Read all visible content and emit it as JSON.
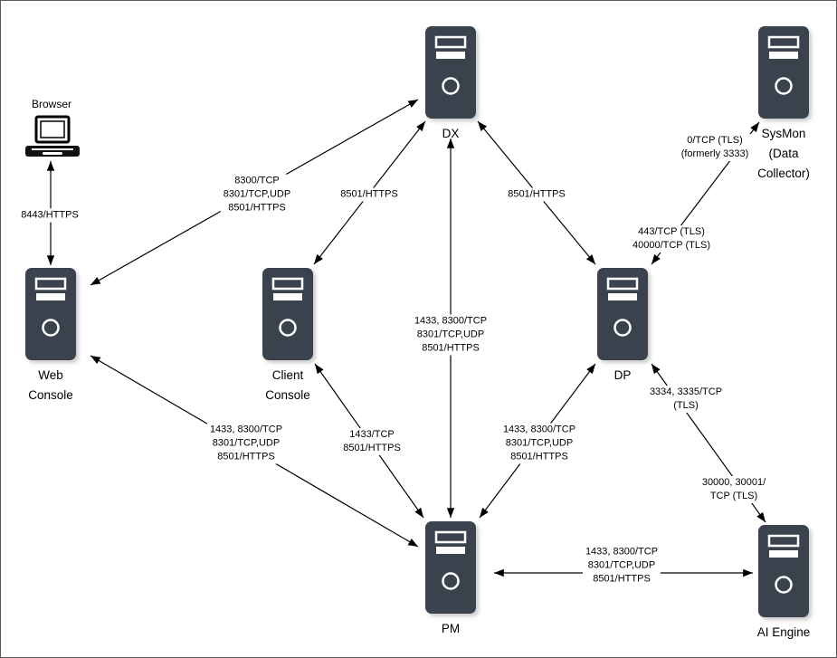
{
  "diagram": {
    "colors": {
      "server_fill": "#39424D",
      "line": "#000000"
    },
    "nodes": {
      "browser": {
        "label": "Browser"
      },
      "dx": {
        "label": "DX"
      },
      "sysmon": {
        "label": "SysMon\n(Data\nCollector)"
      },
      "web_console": {
        "label": "Web\nConsole"
      },
      "client_console": {
        "label": "Client\nConsole"
      },
      "dp": {
        "label": "DP"
      },
      "pm": {
        "label": "PM"
      },
      "ai_engine": {
        "label": "AI Engine"
      }
    },
    "edges": {
      "browser_web": {
        "label": "8443/HTTPS"
      },
      "web_dx": {
        "label": "8300/TCP\n8301/TCP,UDP\n8501/HTTPS"
      },
      "client_dx": {
        "label": "8501/HTTPS"
      },
      "dp_dx": {
        "label": "8501/HTTPS"
      },
      "sysmon_dp_upper": {
        "label": "0/TCP (TLS)\n(formerly 3333)"
      },
      "sysmon_dp_lower": {
        "label": "443/TCP (TLS)\n40000/TCP (TLS)"
      },
      "pm_dx": {
        "label": "1433, 8300/TCP\n8301/TCP,UDP\n8501/HTTPS"
      },
      "web_pm": {
        "label": "1433, 8300/TCP\n8301/TCP,UDP\n8501/HTTPS"
      },
      "client_pm": {
        "label": "1433/TCP\n8501/HTTPS"
      },
      "pm_dp": {
        "label": "1433, 8300/TCP\n8301/TCP,UDP\n8501/HTTPS"
      },
      "dp_ai_upper": {
        "label": "3334, 3335/TCP\n(TLS)"
      },
      "dp_ai_lower": {
        "label": "30000, 30001/\nTCP (TLS)"
      },
      "pm_ai": {
        "label": "1433, 8300/TCP\n8301/TCP,UDP\n8501/HTTPS"
      }
    }
  }
}
